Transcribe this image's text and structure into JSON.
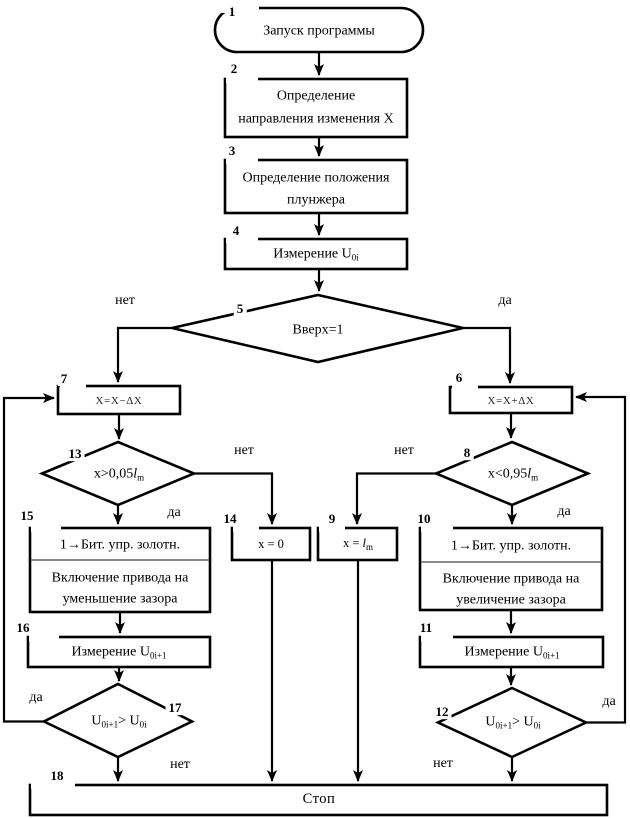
{
  "labels": {
    "yes": "да",
    "no": "нет"
  },
  "nodes": {
    "n1": {
      "num": "1",
      "label": "Запуск программы"
    },
    "n2": {
      "num": "2",
      "line1": "Определение",
      "line2": "направления изменения X"
    },
    "n3": {
      "num": "3",
      "line1": "Определение положения",
      "line2": "плунжера"
    },
    "n4": {
      "num": "4",
      "parts": [
        {
          "t": "Измерение U"
        },
        {
          "t": "0i",
          "sub": true
        }
      ]
    },
    "n5": {
      "num": "5",
      "label": "Вверх=1"
    },
    "n6": {
      "num": "6",
      "label": "X=X+ΔX"
    },
    "n7": {
      "num": "7",
      "label": "X=X−ΔX"
    },
    "n8": {
      "num": "8",
      "parts": [
        {
          "t": "x<0,95"
        },
        {
          "t": "l",
          "it": true
        },
        {
          "t": "m",
          "sub": true
        }
      ]
    },
    "n9": {
      "num": "9",
      "parts": [
        {
          "t": "x = "
        },
        {
          "t": "l",
          "it": true
        },
        {
          "t": "m",
          "sub": true
        }
      ]
    },
    "n10": {
      "num": "10",
      "top": "1→Бит. упр. золотн.",
      "line1": "Включение привода на",
      "line2": "увеличение зазора"
    },
    "n11": {
      "num": "11",
      "parts": [
        {
          "t": "Измерение U"
        },
        {
          "t": "0i+1",
          "sub": true
        }
      ]
    },
    "n12": {
      "num": "12",
      "parts": [
        {
          "t": "U"
        },
        {
          "t": "0i+1",
          "sub": true
        },
        {
          "t": "> U"
        },
        {
          "t": "0i",
          "sub": true
        }
      ]
    },
    "n13": {
      "num": "13",
      "parts": [
        {
          "t": "x>0,05"
        },
        {
          "t": "l",
          "it": true
        },
        {
          "t": "m",
          "sub": true
        }
      ]
    },
    "n14": {
      "num": "14",
      "label": "x = 0"
    },
    "n15": {
      "num": "15",
      "top": "1→Бит. упр. золотн.",
      "line1": "Включение привода на",
      "line2": "уменьшение зазора"
    },
    "n16": {
      "num": "16",
      "parts": [
        {
          "t": "Измерение U"
        },
        {
          "t": "0i+1",
          "sub": true
        }
      ]
    },
    "n17": {
      "num": "17",
      "parts": [
        {
          "t": "U"
        },
        {
          "t": "0i+1",
          "sub": true
        },
        {
          "t": "> U"
        },
        {
          "t": "0i",
          "sub": true
        }
      ]
    },
    "n18": {
      "num": "18",
      "label": "Стоп"
    }
  }
}
